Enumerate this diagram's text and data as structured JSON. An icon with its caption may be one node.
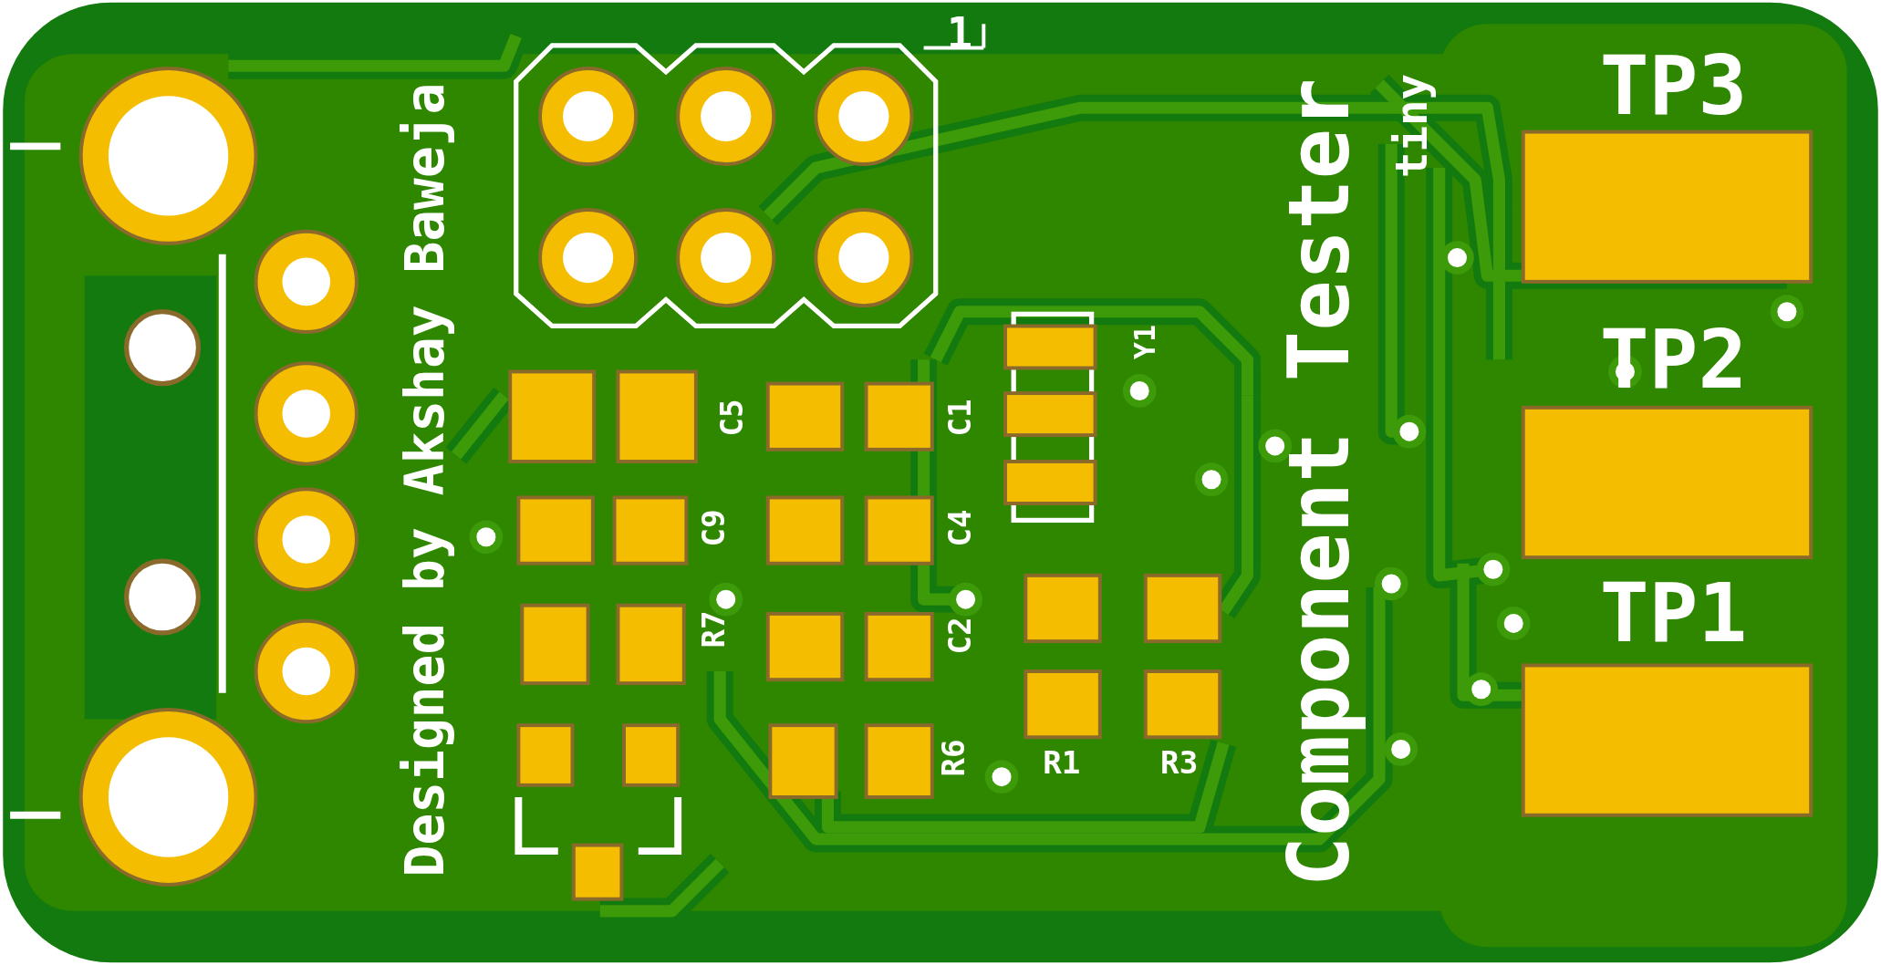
{
  "diagram": {
    "labels": [
      "Designed by Akshay Baweja",
      "1",
      "tiny",
      "Component Tester",
      "TP3",
      "Y1",
      "C5",
      "C1",
      "TP2",
      "C9",
      "C4",
      "TP1",
      "R7",
      "C2",
      "R6",
      "R1",
      "R3"
    ]
  }
}
